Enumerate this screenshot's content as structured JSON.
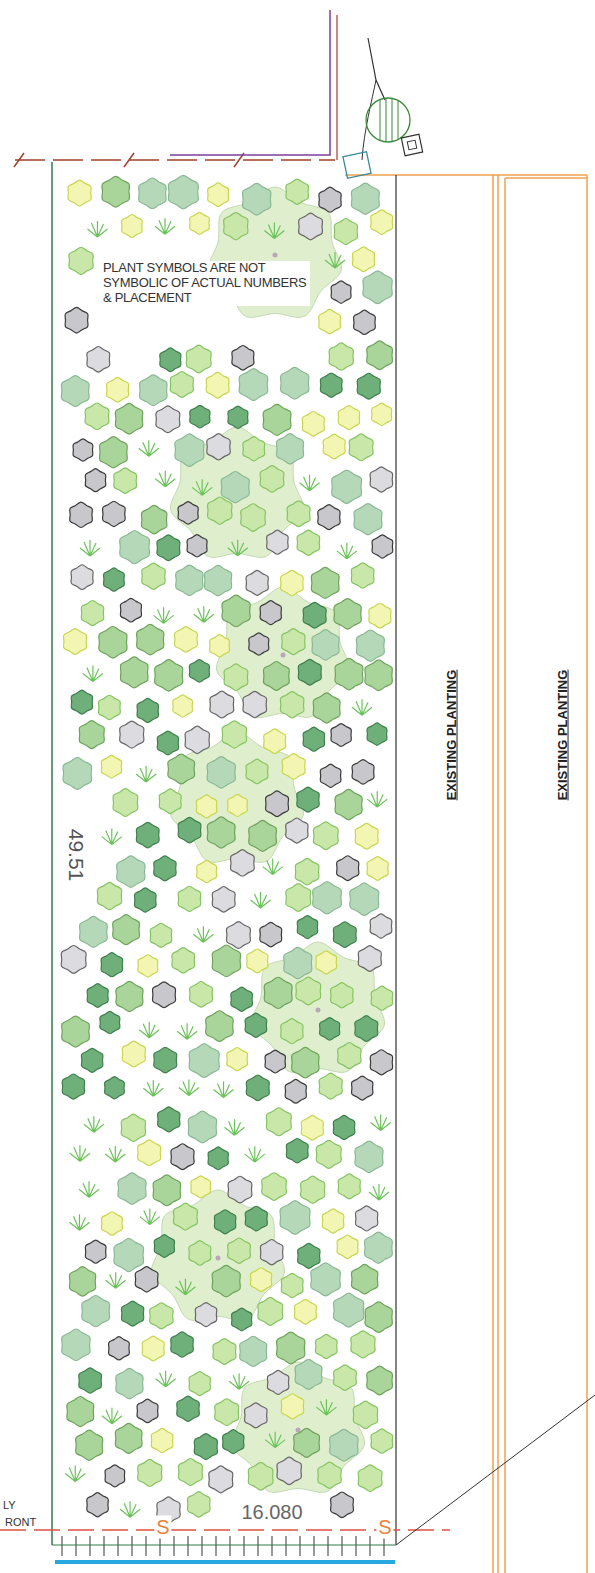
{
  "diagram": {
    "labels": [
      "PLANT SYMBOLS ARE NOT SYMBOLIC OF ACTUAL NUMBERS & PLACEMENT",
      "EXISTING PLANTING",
      "EXISTING PLANTING",
      "49.51",
      "16.080",
      "S",
      "S",
      "LY",
      "RONT"
    ]
  }
}
